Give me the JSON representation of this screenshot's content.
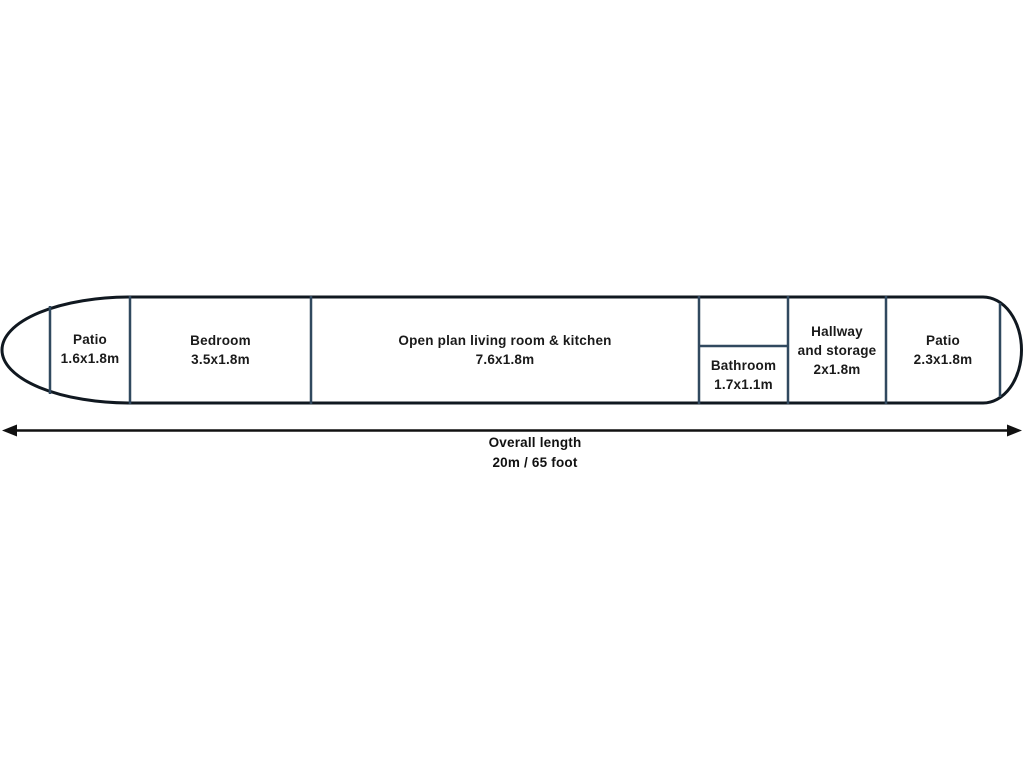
{
  "diagram": {
    "type": "floor-plan",
    "subject": "boat layout"
  },
  "rooms": [
    {
      "name": "Patio",
      "dims": "1.6x1.8m",
      "lines": [
        "Patio",
        "1.6x1.8m"
      ]
    },
    {
      "name": "Bedroom",
      "dims": "3.5x1.8m",
      "lines": [
        "Bedroom",
        "3.5x1.8m"
      ]
    },
    {
      "name": "Open plan living room & kitchen",
      "dims": "7.6x1.8m",
      "lines": [
        "Open plan living room & kitchen",
        "7.6x1.8m"
      ]
    },
    {
      "name": "Bathroom",
      "dims": "1.7x1.1m",
      "lines": [
        "Bathroom",
        "1.7x1.1m"
      ]
    },
    {
      "name": "Hallway and storage",
      "dims": "2x1.8m",
      "lines": [
        "Hallway",
        "and storage",
        "2x1.8m"
      ]
    },
    {
      "name": "Patio",
      "dims": "2.3x1.8m",
      "lines": [
        "Patio",
        "2.3x1.8m"
      ]
    }
  ],
  "overall_length": {
    "label": "Overall length",
    "value": "20m / 65 foot",
    "lines": [
      "Overall length",
      "20m / 65 foot"
    ]
  },
  "colors": {
    "background": "#ffffff",
    "hull_outline": "#101820",
    "partition": "#31495f",
    "arrow": "#111111",
    "text": "#1a1a1a"
  }
}
